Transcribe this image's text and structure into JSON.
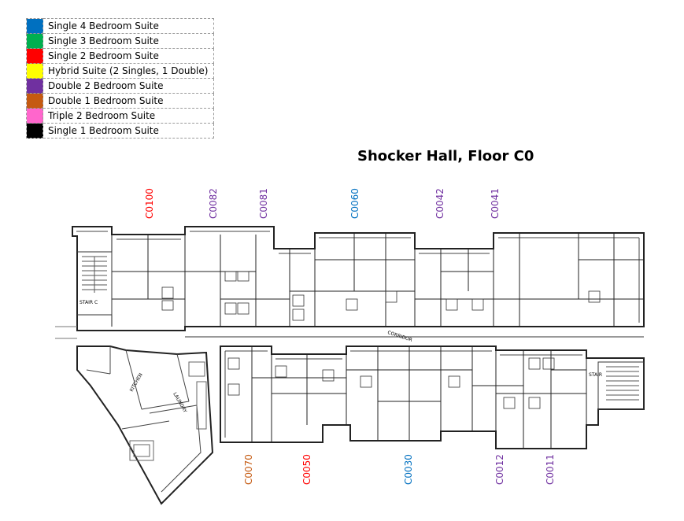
{
  "legend": [
    {
      "label": "Single 4 Bedroom Suite",
      "color": "#0070c0"
    },
    {
      "label": "Single 3 Bedroom Suite",
      "color": "#00b050"
    },
    {
      "label": "Single 2 Bedroom Suite",
      "color": "#ff0000"
    },
    {
      "label": "Hybrid Suite (2 Singles, 1 Double)",
      "color": "#ffff00"
    },
    {
      "label": "Double 2 Bedroom Suite",
      "color": "#7030a0"
    },
    {
      "label": "Double 1 Bedroom Suite",
      "color": "#c55a11"
    },
    {
      "label": "Triple 2 Bedroom Suite",
      "color": "#ff66cc"
    },
    {
      "label": "Single 1 Bedroom Suite",
      "color": "#000000"
    }
  ],
  "title": "Shocker Hall, Floor C0",
  "top_units": [
    {
      "label": "C0100",
      "color": "#ff0000"
    },
    {
      "label": "C0082",
      "color": "#7030a0"
    },
    {
      "label": "C0081",
      "color": "#7030a0"
    },
    {
      "label": "C0060",
      "color": "#0070c0"
    },
    {
      "label": "C0042",
      "color": "#7030a0"
    },
    {
      "label": "C0041",
      "color": "#7030a0"
    }
  ],
  "bottom_units": [
    {
      "label": "C0070",
      "color": "#c55a11"
    },
    {
      "label": "C0050",
      "color": "#ff0000"
    },
    {
      "label": "C0030",
      "color": "#0070c0"
    },
    {
      "label": "C0012",
      "color": "#7030a0"
    },
    {
      "label": "C0011",
      "color": "#7030a0"
    }
  ],
  "plan_labels": {
    "corridor": "CORRIDOR",
    "stair_c": "STAIR C",
    "stair": "STAIR",
    "kitchen": "KITCHEN",
    "laundry": "LAUNDRY"
  }
}
